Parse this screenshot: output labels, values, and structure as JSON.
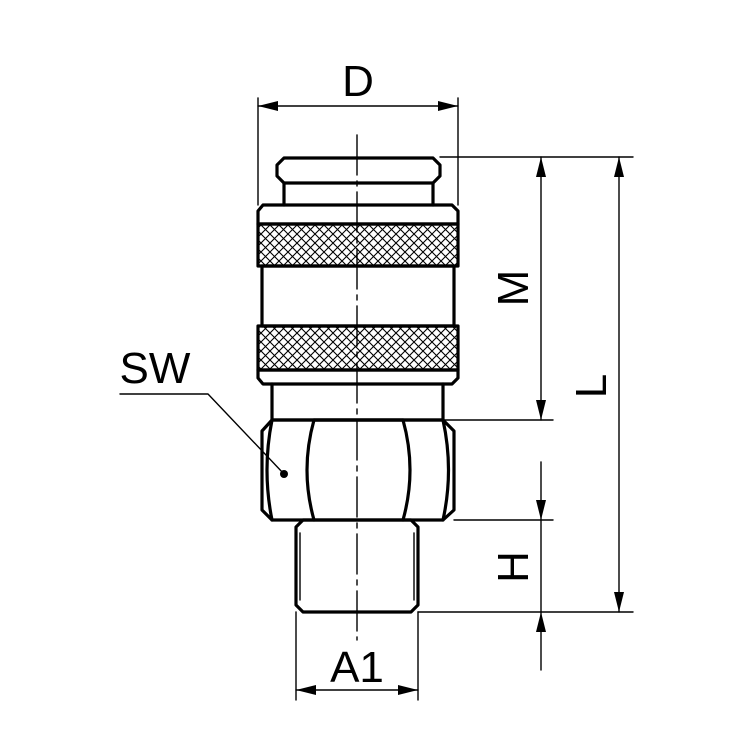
{
  "labels": {
    "D": "D",
    "M": "M",
    "L": "L",
    "H": "H",
    "A1": "A1",
    "SW": "SW"
  },
  "colors": {
    "line": "#000000",
    "background": "#ffffff"
  }
}
